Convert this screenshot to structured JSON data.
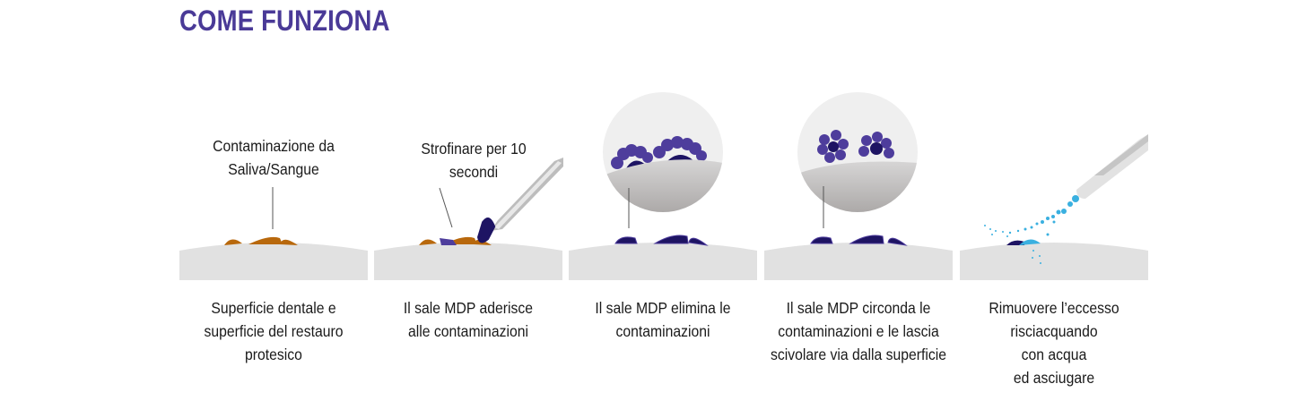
{
  "title": "COME FUNZIONA",
  "colors": {
    "title": "#4a3a97",
    "contamination": "#b8680c",
    "mdp_dark": "#1e1463",
    "mdp_light": "#4e3d9c",
    "surface": "#e1e1e1",
    "water": "#3ab0e0"
  },
  "steps": [
    {
      "label": [
        "Contaminazione da",
        "Saliva/Sangue"
      ],
      "caption": [
        "Superficie dentale e",
        "superficie del restauro",
        "protesico"
      ]
    },
    {
      "label": [
        "Strofinare per 10",
        "secondi"
      ],
      "caption": [
        "Il sale MDP aderisce",
        "alle contaminazioni"
      ]
    },
    {
      "label": [],
      "caption": [
        "Il sale MDP elimina le",
        "contaminazioni"
      ]
    },
    {
      "label": [],
      "caption": [
        "Il sale MDP circonda le",
        "contaminazioni e le lascia",
        "scivolare via dalla superficie"
      ]
    },
    {
      "label": [],
      "caption": [
        "Rimuovere l’eccesso",
        "risciacquando",
        "con acqua",
        "ed asciugare"
      ]
    }
  ]
}
